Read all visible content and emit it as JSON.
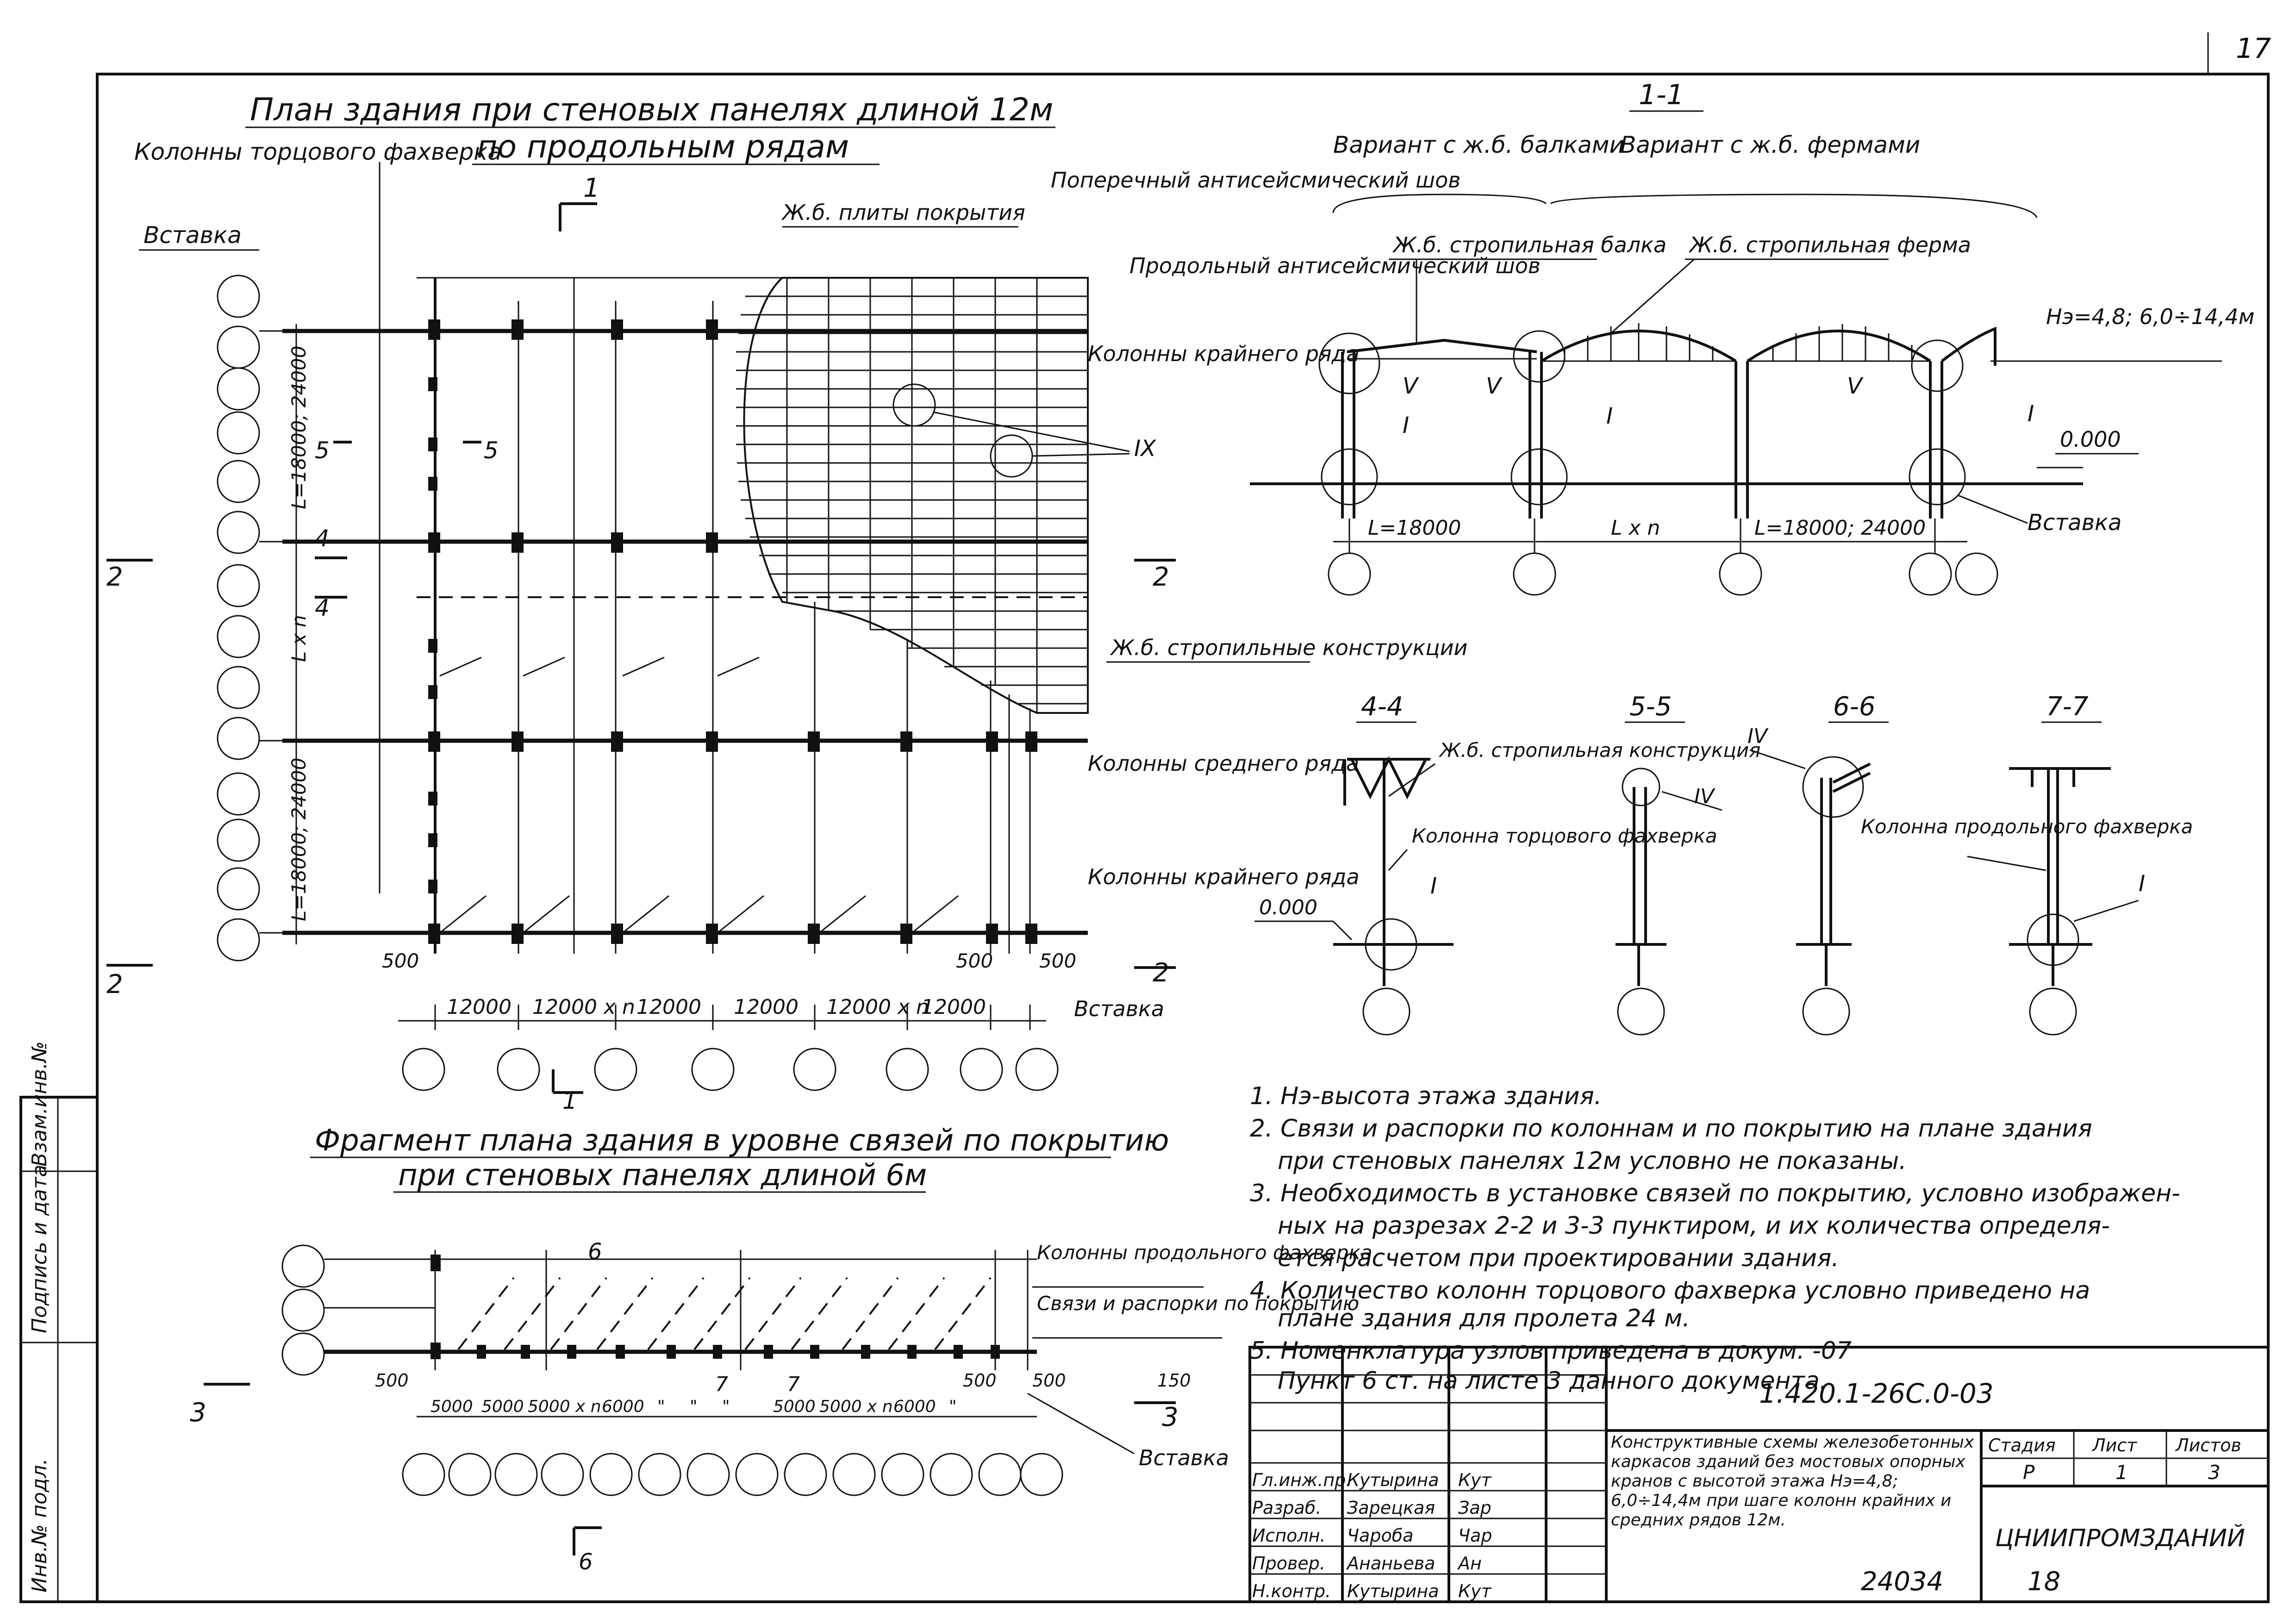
{
  "sheet_corner": "17",
  "plan": {
    "title_line1": "План здания при стеновых панелях длиной 12м",
    "title_line2": "по продольным рядам",
    "lbl_end_columns": "Колонны торцового фахверка",
    "lbl_insert_top": "Вставка",
    "lbl_roof_slabs": "Ж.б. плиты покрытия",
    "lbl_transverse_joint": "Поперечный антисейсмический шов",
    "lbl_long_joint": "Продольный антисейсмический шов",
    "lbl_edge_cols_top": "Колонны крайнего ряда",
    "lbl_trusses": "Ж.б. стропильные конструкции",
    "lbl_mid_cols": "Колонны среднего ряда",
    "lbl_edge_cols_bot": "Колонны крайнего ряда",
    "lbl_insert_bot": "Вставка",
    "dim_span1": "L=18000; 24000",
    "dim_span_n": "L x n",
    "dim_span2": "L=18000; 24000",
    "bottom_dims": [
      "12000",
      "12000 x n",
      "12000",
      "12000",
      "12000 x n",
      "12000"
    ],
    "dim_500_left": "500",
    "dim_500_mid": "500",
    "dim_500_right": "500",
    "cut_1": "1",
    "cut_2": "2",
    "cut_4": "4",
    "cut_5": "5",
    "callout_ix": "IX"
  },
  "section11": {
    "title": "1-1",
    "variant_beams": "Вариант с ж.б. балками",
    "variant_trusses": "Вариант с ж.б. фермами",
    "lbl_beam": "Ж.б. стропильная балка",
    "lbl_truss": "Ж.б. стропильная ферма",
    "height": "Hэ=4,8; 6,0÷14,4м",
    "level_zero": "0.000",
    "insert": "Вставка",
    "dim_L1": "L=18000",
    "dim_Ln": "L x n",
    "dim_L2": "L=18000; 24000",
    "node_I": "I",
    "node_V": "V"
  },
  "sections": {
    "s44": "4-4",
    "s55": "5-5",
    "s66": "6-6",
    "s77": "7-7",
    "lbl_truss_44": "Ж.б. стропильная конструкция",
    "lbl_col_end": "Колонна торцового фахверка",
    "lbl_col_long": "Колонна продольного фахверка",
    "level_44": "0.000",
    "node_IV": "IV",
    "node_I": "I"
  },
  "notes": [
    "1. Hэ-высота этажа здания.",
    "2. Связи и распорки по колоннам и по покрытию на плане здания",
    "при стеновых панелях 12м условно не показаны.",
    "3. Необходимость в установке связей по покрытию, условно изображен-",
    "ных на разрезах 2-2 и 3-3 пунктиром, и их количества определя-",
    "ется расчетом при проектировании здания.",
    "4. Количество колонн торцового фахверка условно приведено на",
    "плане здания для пролета 24 м.",
    "5. Номенклатура узлов приведена в докум. -07",
    "Пункт 6 ст. на листе 3 данного документа."
  ],
  "fragment": {
    "title_line1": "Фрагмент плана здания в уровне связей по покрытию",
    "title_line2": "при стеновых панелях длиной 6м",
    "lbl_long_cols": "Колонны продольного фахверка",
    "lbl_braces": "Связи и распорки по покрытию",
    "lbl_insert": "Вставка",
    "dims": [
      "5000",
      "5000",
      "5000 x n",
      "6000",
      "\"",
      "\"",
      "\"",
      "5000",
      "5000 x n",
      "6000",
      "\""
    ],
    "dim_500_left": "500",
    "dim_500_mid": "500",
    "dim_500_right": "500",
    "dim_150": "150",
    "cut_3": "3",
    "cut_6": "6",
    "cut_7": "7"
  },
  "side_stamp": [
    "Инв.№ подл.",
    "Подпись и дата",
    "Взам.инв.№"
  ],
  "title_block": {
    "doc_code": "1.420.1-26С.0-03",
    "roles": [
      "Гл.инж.пр.",
      "Разраб.",
      "Исполн.",
      "Провер.",
      "Н.контр."
    ],
    "names": [
      "Кутырина",
      "Зарецкая",
      "Чароба",
      "Ананьева",
      "Кутырина"
    ],
    "signs": [
      "Кут",
      "Зар",
      "Чар",
      "Ан",
      "Кут"
    ],
    "description": "Конструктивные схемы железобетонных каркасов зданий без мостовых опорных кранов с высотой этажа Hэ=4,8; 6,0÷14,4м при шаге колонн крайних и средних рядов 12м.",
    "stage_h": "Стадия",
    "sheet_h": "Лист",
    "sheets_h": "Листов",
    "stage": "Р",
    "sheet": "1",
    "sheets": "3",
    "org": "ЦНИИПРОМЗДАНИЙ",
    "bottom_num": "24034",
    "bottom_page": "18"
  }
}
